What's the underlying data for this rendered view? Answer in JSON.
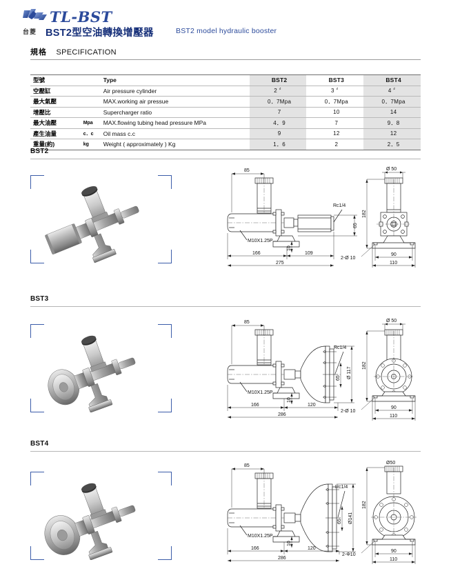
{
  "header": {
    "logo_icon": "tl-bst-logo-icon",
    "brand_name": "TL-BST",
    "brand_cn": "台菱",
    "title_cn": "BST2型空油轉換增壓器",
    "title_en": "BST2 model hydraulic booster"
  },
  "spec_section": {
    "heading_cn": "規格",
    "heading_en": "SPECIFICATION"
  },
  "spec_table": {
    "columns": [
      "BST2",
      "BST3",
      "BST4"
    ],
    "rows": [
      {
        "cn": "型號",
        "unit": "",
        "en": "Type",
        "values": [
          "BST2",
          "BST3",
          "BST4"
        ]
      },
      {
        "cn": "空壓缸",
        "unit": "",
        "en": "Air pressure cylinder",
        "values": [
          "2 〞",
          "3 〞",
          "4 〞"
        ]
      },
      {
        "cn": "最大氣壓",
        "unit": "",
        "en": "MAX.working air pressue",
        "values": [
          "0．7Mpa",
          "0．7Mpa",
          "0．7Mpa"
        ]
      },
      {
        "cn": "增壓比",
        "unit": "",
        "en": "Supercharger ratio",
        "values": [
          "7",
          "10",
          "14"
        ]
      },
      {
        "cn": "最大油壓",
        "unit": "Mpa",
        "en": "MAX.flowing tubing head pressure MPa",
        "values": [
          "4．9",
          "7",
          "9．8"
        ]
      },
      {
        "cn": "產生油量",
        "unit": "c．c",
        "en": "Oil mass c.c",
        "values": [
          "9",
          "12",
          "12"
        ]
      },
      {
        "cn": "重量(約)",
        "unit": "kg",
        "en": "Weight ( approximately )  Kg",
        "values": [
          "1．6",
          "2",
          "2．5"
        ]
      }
    ]
  },
  "models": [
    {
      "label": "BST2",
      "photo_alt": "BST2 hydraulic booster product photo",
      "front_view": {
        "dims": {
          "top_width": "85",
          "port_thread": "Rc1/4",
          "mount_thread": "M10X1.25P",
          "left_length": "166",
          "right_length": "109",
          "total_length": "275",
          "body_height": "65",
          "foot_height": "10"
        }
      },
      "side_view": {
        "dims": {
          "cap_diameter": "Ø 50",
          "overall_height": "182",
          "bolt_holes": "2-Ø 10",
          "bolt_span": "90",
          "base_width": "110"
        }
      }
    },
    {
      "label": "BST3",
      "photo_alt": "BST3 hydraulic booster product photo",
      "front_view": {
        "dims": {
          "top_width": "85",
          "port_thread": "Rc1/4",
          "mount_thread": "M10X1.25P",
          "cylinder_diameter": "Ø 117",
          "left_length": "166",
          "right_length": "120",
          "total_length": "286",
          "body_height": "65",
          "foot_height": "10"
        }
      },
      "side_view": {
        "dims": {
          "cap_diameter": "Ø 50",
          "overall_height": "182",
          "bolt_holes": "2-Ø 10",
          "bolt_span": "90",
          "base_width": "110"
        }
      }
    },
    {
      "label": "BST4",
      "photo_alt": "BST4 hydraulic booster product photo",
      "front_view": {
        "dims": {
          "top_width": "85",
          "port_thread": "Rc1/4",
          "mount_thread": "M10X1.25P",
          "cylinder_diameter": "Ø141",
          "left_length": "166",
          "right_length": "120",
          "total_length": "286",
          "body_height": "65",
          "foot_height": "10"
        }
      },
      "side_view": {
        "dims": {
          "cap_diameter": "Ø50",
          "overall_height": "182",
          "bolt_holes": "2-Φ10",
          "bolt_span": "90",
          "base_width": "110"
        }
      }
    }
  ]
}
